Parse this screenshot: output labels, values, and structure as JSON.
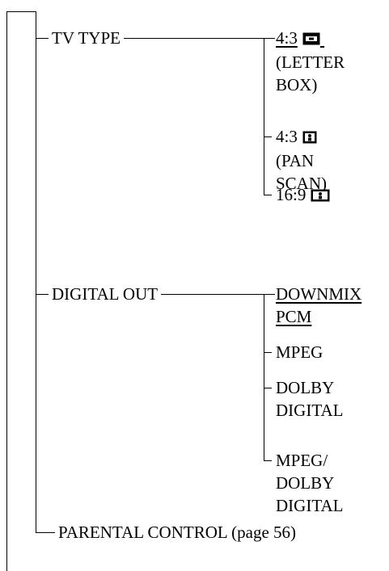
{
  "menu": {
    "tv_type": {
      "label": "TV TYPE",
      "options": [
        {
          "line1": "4:3",
          "icon": "letterbox-icon",
          "line2": "(LETTER",
          "line3": "BOX)",
          "selected": true
        },
        {
          "line1": "4:3",
          "icon": "panscan-icon",
          "line2": "(PAN",
          "line3": "SCAN)",
          "selected": false
        },
        {
          "line1": "16:9",
          "icon": "widescreen-icon",
          "selected": false
        }
      ]
    },
    "digital_out": {
      "label": "DIGITAL OUT",
      "options": [
        {
          "line1": "DOWNMIX",
          "line2": "PCM",
          "selected": true
        },
        {
          "line1": "MPEG",
          "selected": false
        },
        {
          "line1": "DOLBY",
          "line2": "DIGITAL",
          "selected": false
        },
        {
          "line1": "MPEG/",
          "line2": "DOLBY",
          "line3": "DIGITAL",
          "selected": false
        }
      ]
    },
    "parental_control": {
      "label": "PARENTAL CONTROL (page 56)"
    }
  }
}
